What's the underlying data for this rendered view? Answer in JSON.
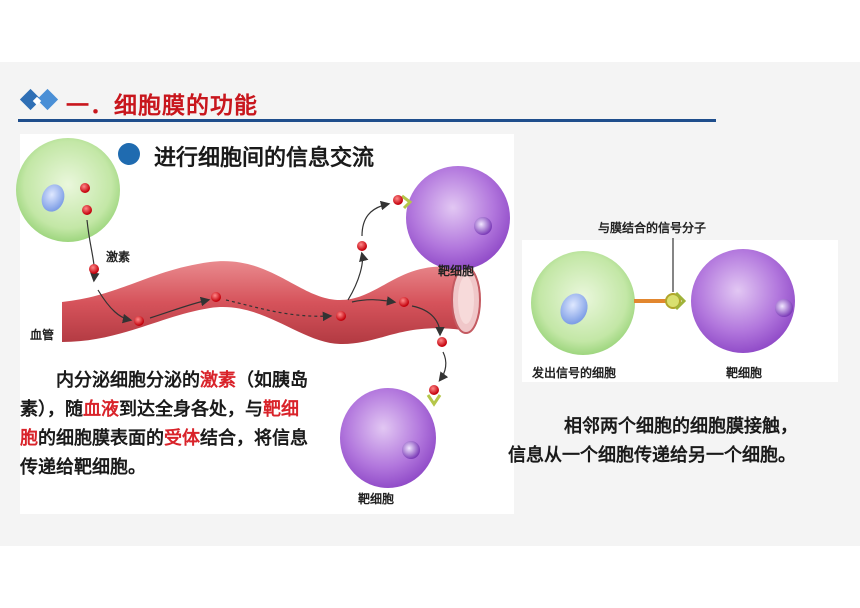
{
  "header": {
    "title": "一．细胞膜的功能",
    "icon": "diamond-icon"
  },
  "section": {
    "subtitle": "进行细胞间的信息交流"
  },
  "left_figure": {
    "labels": {
      "hormone": "激素",
      "blood_vessel": "血管",
      "target_cell_top": "靶细胞",
      "target_cell_bottom": "靶细胞"
    }
  },
  "left_text": {
    "segments": [
      {
        "text": "内分泌细胞分泌的",
        "highlight": false
      },
      {
        "text": "激素",
        "highlight": true
      },
      {
        "text": "（如胰岛素），随",
        "highlight": false
      },
      {
        "text": "血液",
        "highlight": true
      },
      {
        "text": "到达全身各处，与",
        "highlight": false
      },
      {
        "text": "靶细胞",
        "highlight": true
      },
      {
        "text": "的细胞膜表面的",
        "highlight": false
      },
      {
        "text": "受体",
        "highlight": true
      },
      {
        "text": "结合，将信息传递给靶细胞。",
        "highlight": false
      }
    ]
  },
  "right_figure": {
    "labels": {
      "signal_molecule": "与膜结合的信号分子",
      "signal_cell": "发出信号的细胞",
      "target_cell": "靶细胞"
    }
  },
  "right_text": {
    "paragraph": "相邻两个细胞的细胞膜接触，信息从一个细胞传递给另一个细胞。"
  },
  "colors": {
    "title_red": "#c8161d",
    "highlight_red": "#d9232a",
    "rule_blue": "#1f4e8c",
    "bullet_blue": "#1f6bb0",
    "green_cell": "#b9e29a",
    "purple_cell": "#a45bd6",
    "vessel": "#d8565e"
  }
}
